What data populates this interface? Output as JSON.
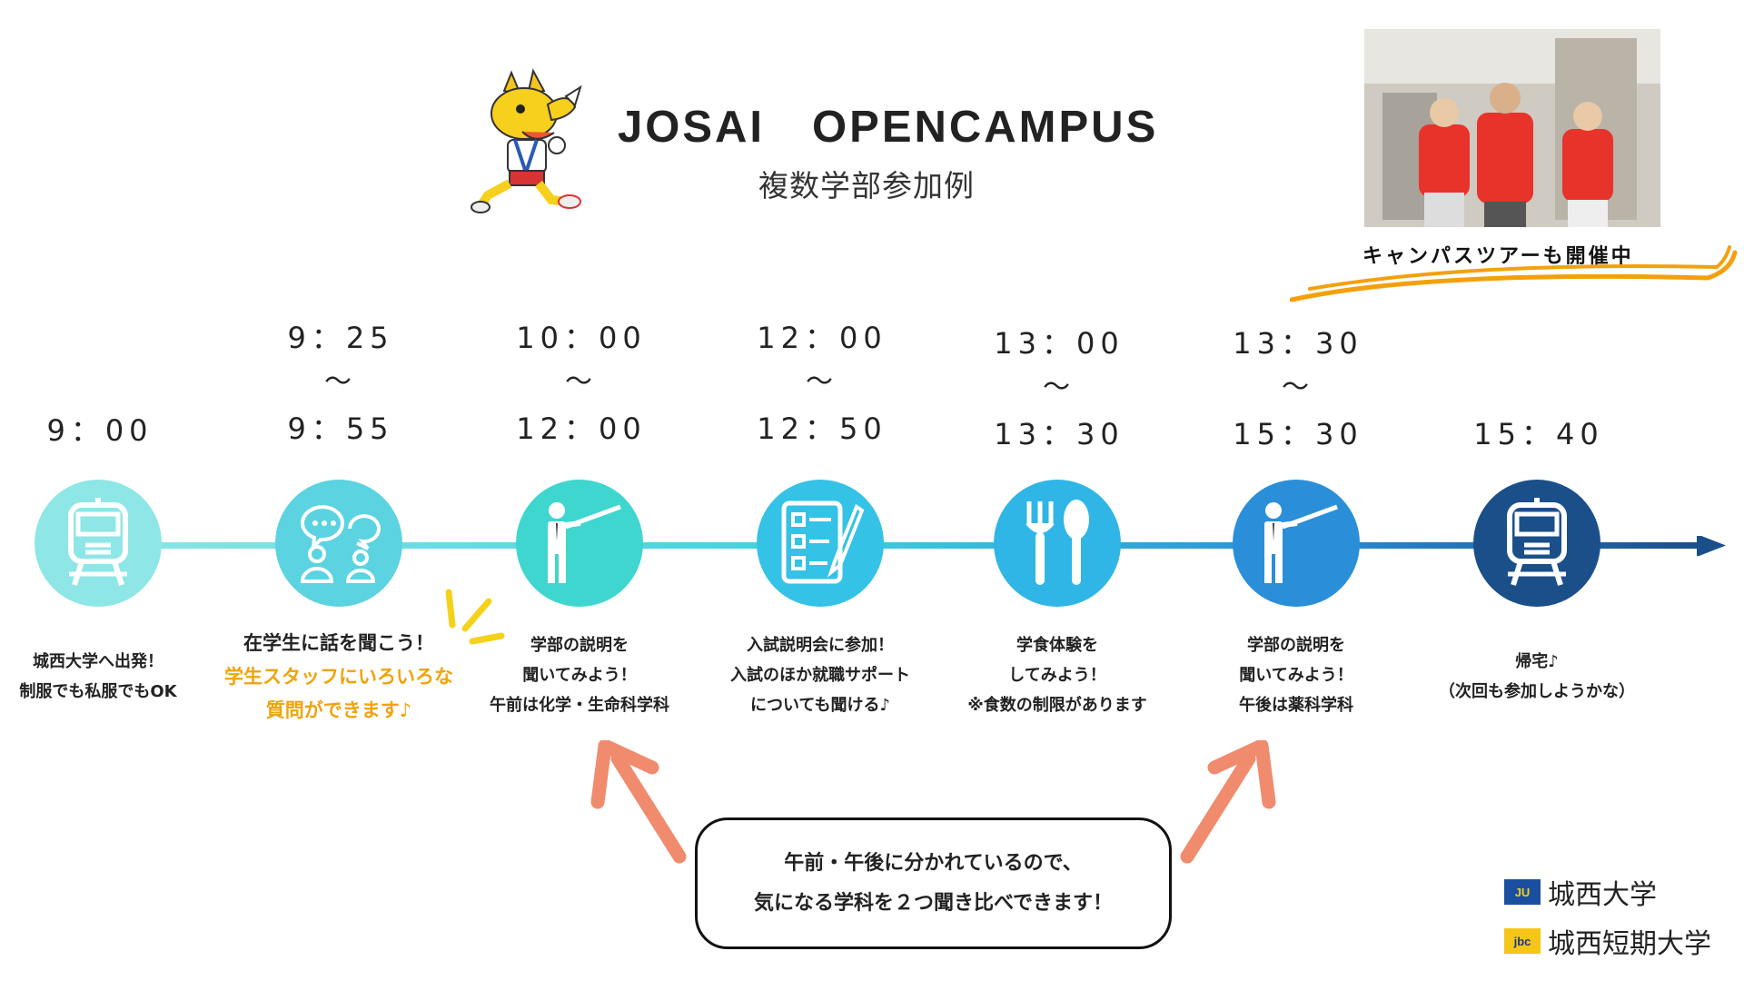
{
  "header": {
    "title": "JOSAI　OPENCAMPUS",
    "subtitle": "複数学部参加例"
  },
  "campus_tour": {
    "label": "キャンパスツアーも開催中"
  },
  "colors": {
    "orange": "#f4a00c",
    "arrow_salmon": "#f08b6e",
    "step_colors": [
      "#8ee6e6",
      "#5cd3e0",
      "#3fd6cf",
      "#34c2e6",
      "#2fb6e6",
      "#2a8fd8",
      "#1b4f8a"
    ]
  },
  "steps": [
    {
      "time_start": "9：00",
      "tilde": "",
      "time_end": "",
      "icon": "train-icon",
      "lines": [
        "城西大学へ出発！",
        "制服でも私服でもOK"
      ],
      "highlight": []
    },
    {
      "time_start": "9：25",
      "tilde": "〜",
      "time_end": "9：55",
      "icon": "chat-people-icon",
      "lines": [
        "在学生に話を聞こう！"
      ],
      "highlight": [
        "学生スタッフにいろいろな",
        "質問ができます♪"
      ]
    },
    {
      "time_start": "10：00",
      "tilde": "〜",
      "time_end": "12：00",
      "icon": "lecturer-icon",
      "lines": [
        "学部の説明を",
        "聞いてみよう！",
        "午前は化学・生命科学科"
      ],
      "highlight": []
    },
    {
      "time_start": "12：00",
      "tilde": "〜",
      "time_end": "12：50",
      "icon": "checklist-icon",
      "lines": [
        "入試説明会に参加！",
        "入試のほか就職サポート",
        "についても聞ける♪"
      ],
      "highlight": []
    },
    {
      "time_start": "13：00",
      "tilde": "〜",
      "time_end": "13：30",
      "icon": "fork-spoon-icon",
      "lines": [
        "学食体験を",
        "してみよう！",
        "※食数の制限があります"
      ],
      "highlight": []
    },
    {
      "time_start": "13：30",
      "tilde": "〜",
      "time_end": "15：30",
      "icon": "lecturer-icon",
      "lines": [
        "学部の説明を",
        "聞いてみよう！",
        "午後は薬科学科"
      ],
      "highlight": []
    },
    {
      "time_start": "15：40",
      "tilde": "",
      "time_end": "",
      "icon": "train-icon",
      "lines": [
        "帰宅♪",
        "（次回も参加しようかな）"
      ],
      "highlight": []
    }
  ],
  "bubble": {
    "line1": "午前・午後に分かれているので、",
    "line2": "気になる学科を２つ聞き比べできます！"
  },
  "logos": {
    "university": "城西大学",
    "university_badge": "JU",
    "college": "城西短期大学",
    "college_badge": "jbc"
  }
}
